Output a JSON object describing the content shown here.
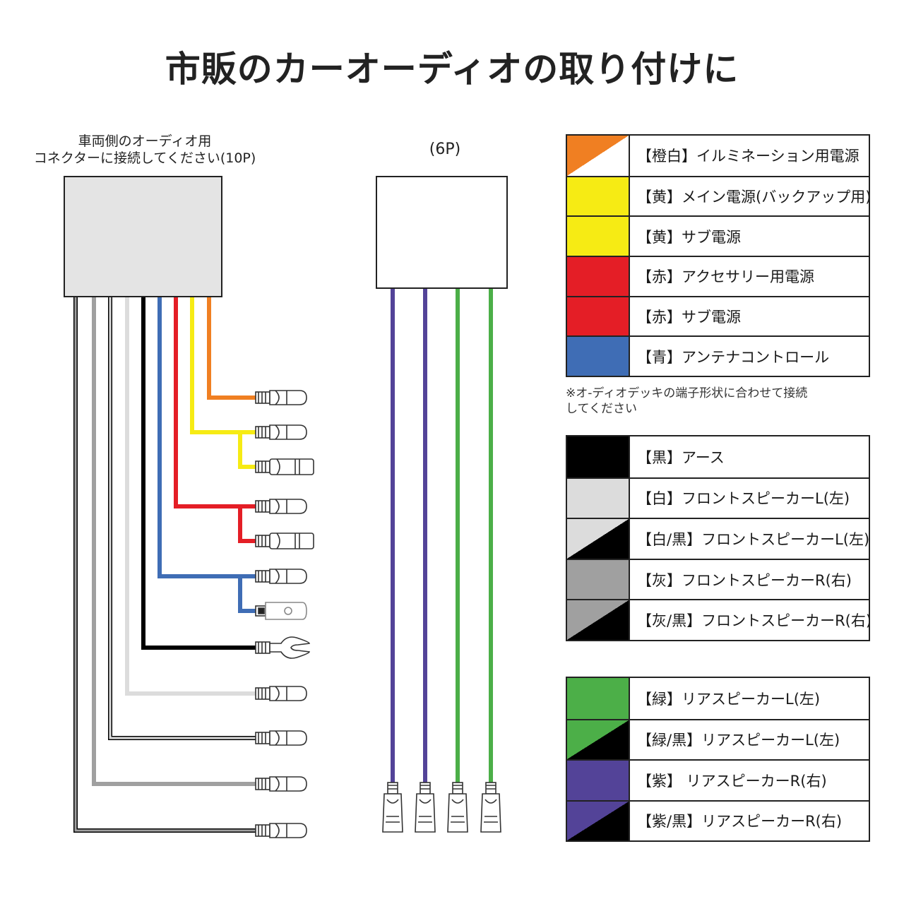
{
  "title": "市販のカーオーディオの取り付けに",
  "connector10p_label": [
    "車両側のオーディオ用",
    "コネクターに接続してください(10P)"
  ],
  "connector6p_label": "(6P)",
  "colors": {
    "orange": "#F07F22",
    "yellow": "#F6EB14",
    "red": "#E41E26",
    "blue": "#3F6DB5",
    "black": "#000000",
    "white": "#DCDCDC",
    "gray": "#A0A0A0",
    "green": "#4CAF48",
    "purple": "#534398",
    "connector_fill": "#E4E4E4"
  },
  "legend_power": [
    {
      "label": "【橙白】イルミネーション用電源",
      "color": "orange",
      "stripe": "white"
    },
    {
      "label": "【黄】メイン電源(バックアップ用)",
      "color": "yellow"
    },
    {
      "label": "【黄】サブ電源",
      "color": "yellow"
    },
    {
      "label": "【赤】アクセサリー用電源",
      "color": "red"
    },
    {
      "label": "【赤】サブ電源",
      "color": "red"
    },
    {
      "label": "【青】アンテナコントロール",
      "color": "blue"
    }
  ],
  "note": [
    "※オ-ディオデッキの端子形状に合わせて接続",
    "してください"
  ],
  "legend_front": [
    {
      "label": "【黒】アース",
      "color": "black"
    },
    {
      "label": "【白】フロントスピーカーL(左)",
      "color": "white"
    },
    {
      "label": "【白/黒】フロントスピーカーL(左)",
      "color": "white",
      "stripe": "black"
    },
    {
      "label": "【灰】フロントスピーカーR(右)",
      "color": "gray"
    },
    {
      "label": "【灰/黒】フロントスピーカーR(右)",
      "color": "gray",
      "stripe": "black"
    }
  ],
  "legend_rear": [
    {
      "label": "【緑】リアスピーカーL(左)",
      "color": "green"
    },
    {
      "label": "【緑/黒】リアスピーカーL(左)",
      "color": "green",
      "stripe": "black"
    },
    {
      "label": "【紫】 リアスピーカーR(右)",
      "color": "purple"
    },
    {
      "label": "【紫/黒】リアスピーカーR(右)",
      "color": "purple",
      "stripe": "black"
    }
  ],
  "wires_10p": [
    {
      "color": "orange",
      "terminals": [
        "female-spade"
      ]
    },
    {
      "color": "yellow",
      "terminals": [
        "female-spade",
        "bullet"
      ]
    },
    {
      "color": "red",
      "terminals": [
        "female-spade",
        "bullet"
      ]
    },
    {
      "color": "blue",
      "terminals": [
        "female-spade",
        "male-spade"
      ]
    },
    {
      "color": "black",
      "terminals": [
        "fork"
      ]
    },
    {
      "color": "white",
      "terminals": [
        "female-spade"
      ]
    },
    {
      "color": "white",
      "stripe": "black",
      "terminals": [
        "female-spade"
      ]
    },
    {
      "color": "gray",
      "terminals": [
        "female-spade"
      ]
    },
    {
      "color": "gray",
      "stripe": "black",
      "terminals": [
        "female-spade"
      ]
    }
  ],
  "wires_6p": [
    {
      "color": "purple"
    },
    {
      "color": "purple"
    },
    {
      "color": "green"
    },
    {
      "color": "green"
    }
  ]
}
